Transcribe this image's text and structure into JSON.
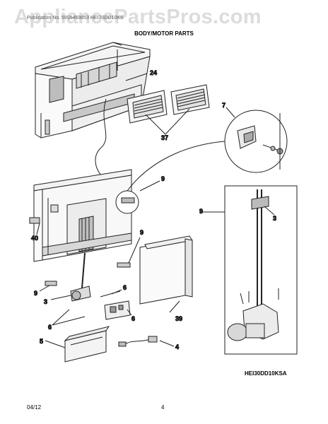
{
  "header": {
    "watermark": "AppliancePartsPros.com",
    "subheader": "Publication No. 5995469853 HEI30DD10KS",
    "section_title": "BODY/MOTOR PARTS"
  },
  "diagram": {
    "callouts": [
      "24",
      "37",
      "7",
      "9",
      "9",
      "3",
      "40",
      "9",
      "9",
      "6",
      "3",
      "6",
      "6",
      "39",
      "5",
      "4"
    ]
  },
  "model_code": "HEI30DD10KSA",
  "footer": {
    "date": "04/12",
    "page": "4"
  }
}
